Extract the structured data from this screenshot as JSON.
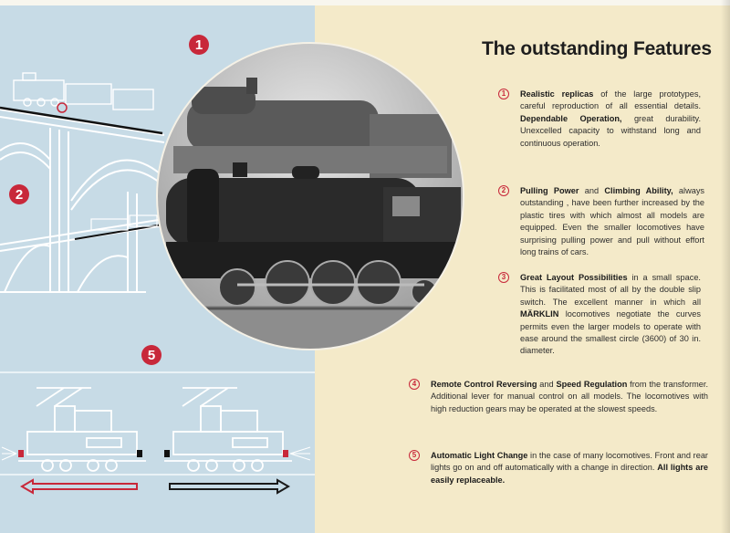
{
  "title": "The outstanding Features",
  "figure_numbers": [
    "1",
    "2",
    "5"
  ],
  "features": [
    {
      "number": "1",
      "parts": [
        {
          "b": "Realistic replicas",
          "t": " of the large prototypes, careful reproduction of all essential details. "
        },
        {
          "b": "Dependable Operation,",
          "t": " great durability. Unexcelled capacity to withstand long and continuous operation."
        }
      ]
    },
    {
      "number": "2",
      "parts": [
        {
          "b": "Pulling Power",
          "t": " and "
        },
        {
          "b": "Climbing Ability,",
          "t": " always outstanding , have been further increased by the plastic tires with which almost all models are equipped. Even the smaller locomotives have surprising pulling power and pull without effort long trains of cars."
        }
      ]
    },
    {
      "number": "3",
      "parts": [
        {
          "b": "Great Layout Possibilities",
          "t": " in a small space. This is facilitated most of all by the double slip switch. The excellent manner in which all "
        },
        {
          "b": "MÄRKLIN",
          "t": " locomotives negotiate the curves permits even the larger models to operate with ease around the smallest circle (3600) of 30 in. diameter."
        }
      ]
    },
    {
      "number": "4",
      "parts": [
        {
          "b": "Remote Control Reversing",
          "t": " and "
        },
        {
          "b": "Speed Regulation",
          "t": " from the transformer. Additional lever for manual control on all models. The locomotives with high reduction gears may be operated at the slowest speeds."
        }
      ]
    },
    {
      "number": "5",
      "parts": [
        {
          "b": "Automatic Light Change",
          "t": " in the case of many locomotives. Front and rear lights go on and off automatically with a change in direction. "
        },
        {
          "b": "All lights are easily replaceable.",
          "t": ""
        }
      ]
    }
  ],
  "colors": {
    "left_panel": "#c7dbe6",
    "right_panel": "#f4eac9",
    "accent_red": "#c8283a",
    "line_art": "#ffffff"
  }
}
